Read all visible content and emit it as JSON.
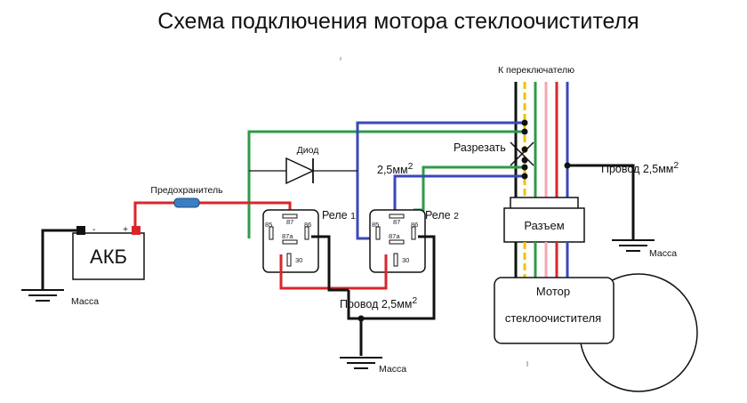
{
  "title": "Схема подключения мотора стеклоочистителя",
  "labels": {
    "to_switch": "К переключателю",
    "cut": "Разрезать",
    "wire_top": "2,5мм",
    "wire_top_sup": "2",
    "wire_right": "Провод 2,5мм",
    "wire_right_sup": "2",
    "wire_bottom": "Провод 2,5мм",
    "wire_bottom_sup": "2",
    "diode": "Диод",
    "fuse": "Предохранитель",
    "battery": "АКБ",
    "minus": "-",
    "plus": "+",
    "ground_left": "Масса",
    "ground_center": "Масса",
    "ground_right": "Масса",
    "relay1": "Реле",
    "relay1_num": "1",
    "relay2": "Реле",
    "relay2_num": "2",
    "connector": "Разъем",
    "motor_line1": "Мотор",
    "motor_line2": "стеклоочистителя"
  },
  "relay_pins": {
    "p85": "85",
    "p86": "86",
    "p87": "87",
    "p87a": "87a",
    "p30": "30"
  },
  "colors": {
    "red": "#d9262b",
    "green": "#2e9b47",
    "blue": "#3a48b8",
    "black": "#111111",
    "yellow": "#f2c200",
    "pink": "#f1a7b5",
    "fuse": "#3a7fc4"
  }
}
